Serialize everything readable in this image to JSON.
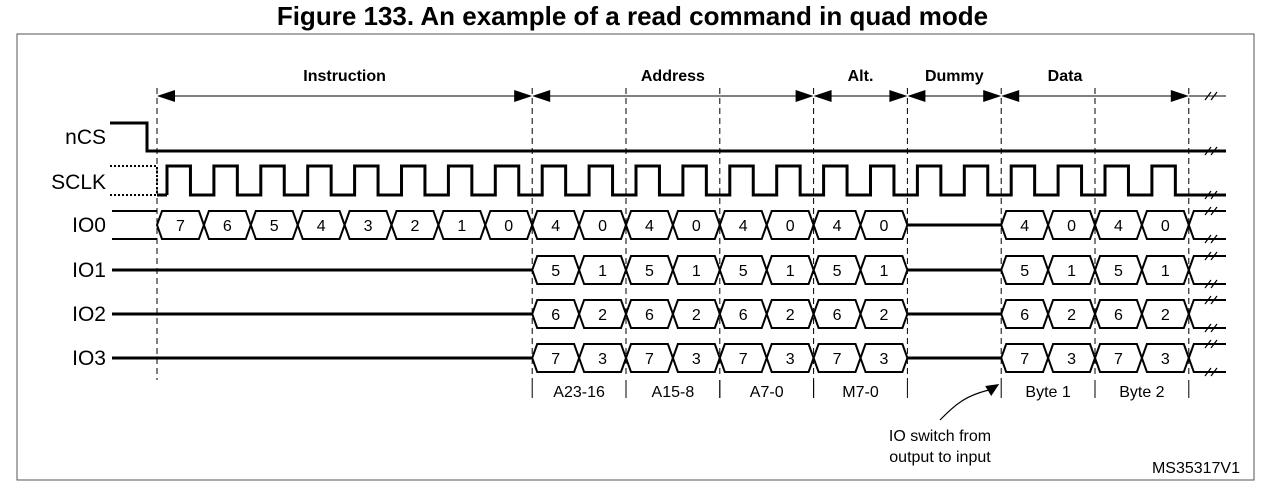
{
  "figure": {
    "title": "Figure 133. An example of a read command in quad mode",
    "ref": "MS35317V1"
  },
  "phases": [
    {
      "label": "Instruction",
      "from": 0,
      "to": 8
    },
    {
      "label": "Address",
      "from": 8,
      "to": 14
    },
    {
      "label": "Alt.",
      "from": 14,
      "to": 16
    },
    {
      "label": "Dummy",
      "from": 16,
      "to": 18
    },
    {
      "label": "Data",
      "from": 18,
      "to": 22
    }
  ],
  "signals": [
    {
      "name": "nCS"
    },
    {
      "name": "SCLK"
    },
    {
      "name": "IO0",
      "bits": [
        [
          "0",
          "7"
        ],
        [
          "1",
          "6"
        ],
        [
          "2",
          "5"
        ],
        [
          "3",
          "4"
        ],
        [
          "4",
          "3"
        ],
        [
          "5",
          "2"
        ],
        [
          "6",
          "1"
        ],
        [
          "7",
          "0"
        ],
        [
          "8",
          "4"
        ],
        [
          "9",
          "0"
        ],
        [
          "10",
          "4"
        ],
        [
          "11",
          "0"
        ],
        [
          "12",
          "4"
        ],
        [
          "13",
          "0"
        ],
        [
          "14",
          "4"
        ],
        [
          "15",
          "0"
        ],
        [
          "18",
          "4"
        ],
        [
          "19",
          "0"
        ],
        [
          "20",
          "4"
        ],
        [
          "21",
          "0"
        ]
      ]
    },
    {
      "name": "IO1",
      "bits": [
        [
          "8",
          "5"
        ],
        [
          "9",
          "1"
        ],
        [
          "10",
          "5"
        ],
        [
          "11",
          "1"
        ],
        [
          "12",
          "5"
        ],
        [
          "13",
          "1"
        ],
        [
          "14",
          "5"
        ],
        [
          "15",
          "1"
        ],
        [
          "18",
          "5"
        ],
        [
          "19",
          "1"
        ],
        [
          "20",
          "5"
        ],
        [
          "21",
          "1"
        ]
      ]
    },
    {
      "name": "IO2",
      "bits": [
        [
          "8",
          "6"
        ],
        [
          "9",
          "2"
        ],
        [
          "10",
          "6"
        ],
        [
          "11",
          "2"
        ],
        [
          "12",
          "6"
        ],
        [
          "13",
          "2"
        ],
        [
          "14",
          "6"
        ],
        [
          "15",
          "2"
        ],
        [
          "18",
          "6"
        ],
        [
          "19",
          "2"
        ],
        [
          "20",
          "6"
        ],
        [
          "21",
          "2"
        ]
      ]
    },
    {
      "name": "IO3",
      "bits": [
        [
          "8",
          "7"
        ],
        [
          "9",
          "3"
        ],
        [
          "10",
          "7"
        ],
        [
          "11",
          "3"
        ],
        [
          "12",
          "7"
        ],
        [
          "13",
          "3"
        ],
        [
          "14",
          "7"
        ],
        [
          "15",
          "3"
        ],
        [
          "18",
          "7"
        ],
        [
          "19",
          "3"
        ],
        [
          "20",
          "7"
        ],
        [
          "21",
          "3"
        ]
      ]
    }
  ],
  "groups": [
    {
      "label": "A23-16",
      "from": 8,
      "to": 10
    },
    {
      "label": "A15-8",
      "from": 10,
      "to": 12
    },
    {
      "label": "A7-0",
      "from": 12,
      "to": 14
    },
    {
      "label": "M7-0",
      "from": 14,
      "to": 16
    },
    {
      "label": "Byte 1",
      "from": 18,
      "to": 20
    },
    {
      "label": "Byte 2",
      "from": 20,
      "to": 22
    }
  ],
  "annotation": {
    "lines": [
      "IO switch from",
      "output to input"
    ],
    "at_cycle": 18
  },
  "total_cycles": 22
}
